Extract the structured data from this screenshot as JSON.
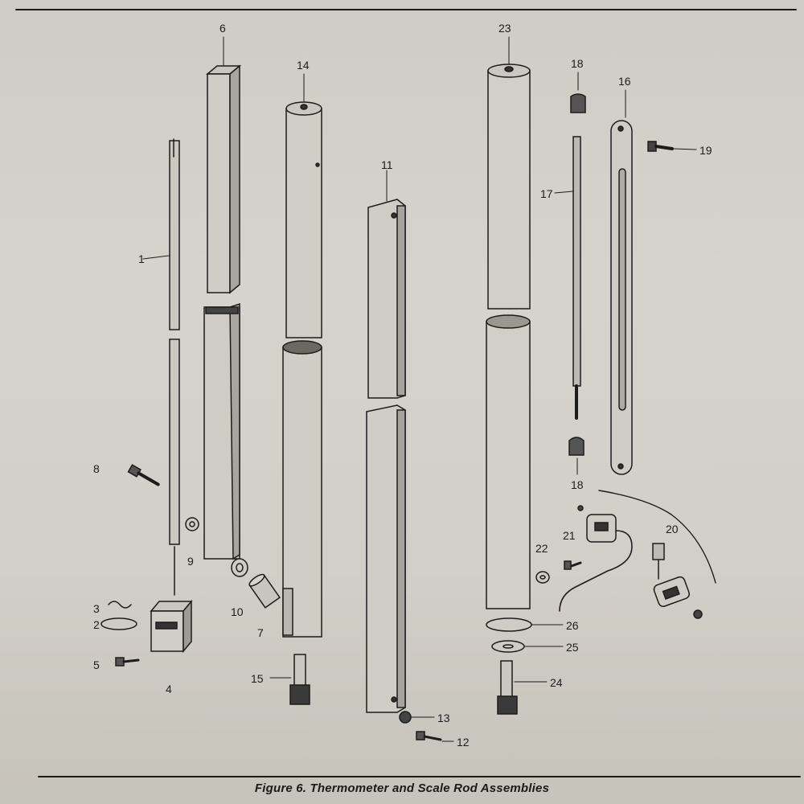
{
  "figure": {
    "caption": "Figure 6.  Thermometer and Scale Rod Assemblies",
    "part_numbers": {
      "p1": "1",
      "p2": "2",
      "p3": "3",
      "p4": "4",
      "p5": "5",
      "p6": "6",
      "p7": "7",
      "p8": "8",
      "p9": "9",
      "p10": "10",
      "p11": "11",
      "p12": "12",
      "p13": "13",
      "p14": "14",
      "p15": "15",
      "p16": "16",
      "p17": "17",
      "p18a": "18",
      "p18b": "18",
      "p19": "19",
      "p20": "20",
      "p21": "21",
      "p22": "22",
      "p23": "23",
      "p24": "24",
      "p25": "25",
      "p26": "26"
    }
  },
  "colors": {
    "paper": "#d2cfc8",
    "ink": "#1c1c1c",
    "shadow": "#2a2a2a"
  }
}
